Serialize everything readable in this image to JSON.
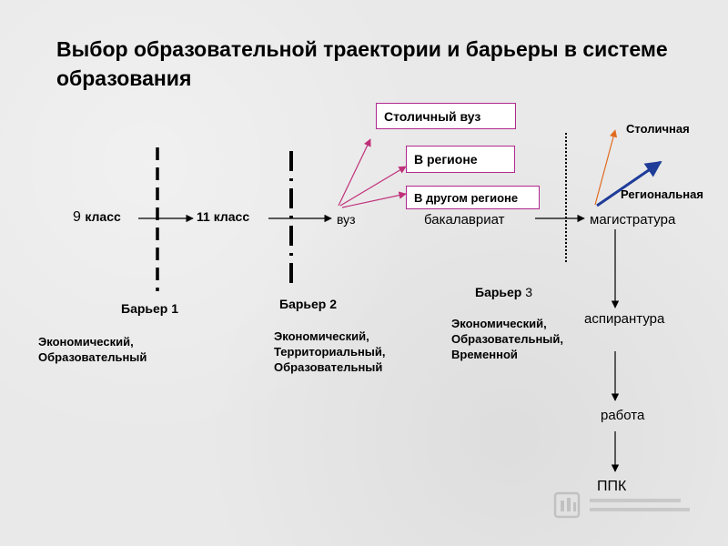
{
  "title": "Выбор образовательной траектории и барьеры в системе образования",
  "nodes": {
    "grade9_num": "9",
    "grade9_word": "класс",
    "grade11": "11 класс",
    "vuz": "вуз",
    "bachelor": "бакалавриат",
    "master": "магистратура",
    "postgrad": "аспирантура",
    "work": "работа",
    "ppk": "ППК"
  },
  "options": {
    "capital_vuz": "Столичный вуз",
    "in_region": "В регионе",
    "other_region": "В другом регионе"
  },
  "master_options": {
    "capital": "Столичная",
    "regional": "Региональная"
  },
  "barriers": [
    {
      "label": "Барьер 1",
      "type_lines": [
        "Экономический,",
        "Образовательный"
      ]
    },
    {
      "label": "Барьер 2",
      "type_lines": [
        "Экономический,",
        "Территориальный,",
        "Образовательный"
      ]
    },
    {
      "label_word": "Барьер",
      "label_num": "3",
      "type_lines": [
        "Экономический,",
        "Образовательный,",
        "Временной"
      ]
    }
  ],
  "colors": {
    "box_border": "#b0298f",
    "arrow_pink": "#c0307a",
    "arrow_blue": "#1f3c99",
    "arrow_orange": "#e06a20"
  }
}
